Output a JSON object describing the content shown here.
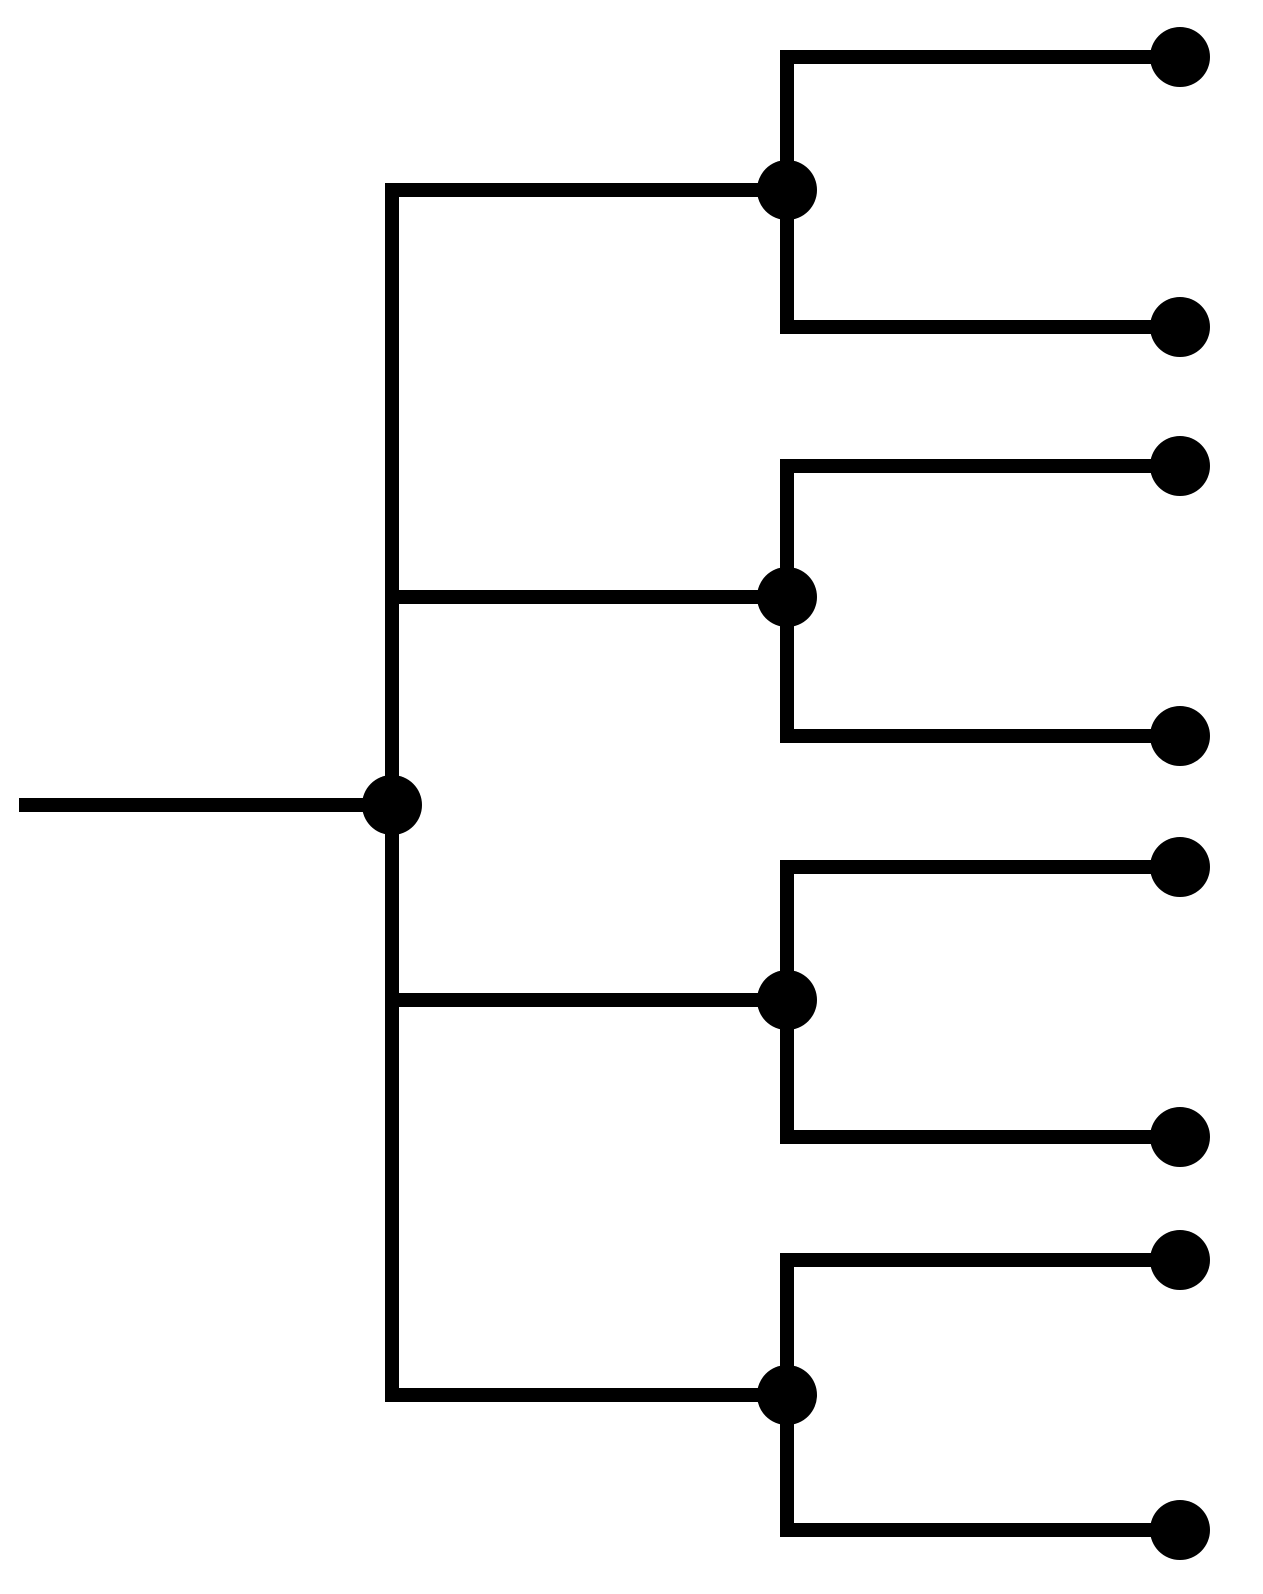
{
  "diagram": {
    "type": "tree",
    "orientation": "left-to-right",
    "line_color": "#000000",
    "node_color": "#000000",
    "background": "#ffffff",
    "root": {
      "id": "root",
      "children": [
        {
          "id": "b1",
          "children": [
            {
              "id": "b1-leaf1"
            },
            {
              "id": "b1-leaf2"
            }
          ]
        },
        {
          "id": "b2",
          "children": [
            {
              "id": "b2-leaf1"
            },
            {
              "id": "b2-leaf2"
            }
          ]
        },
        {
          "id": "b3",
          "children": [
            {
              "id": "b3-leaf1"
            },
            {
              "id": "b3-leaf2"
            }
          ]
        },
        {
          "id": "b4",
          "children": [
            {
              "id": "b4-leaf1"
            },
            {
              "id": "b4-leaf2"
            }
          ]
        }
      ]
    }
  }
}
